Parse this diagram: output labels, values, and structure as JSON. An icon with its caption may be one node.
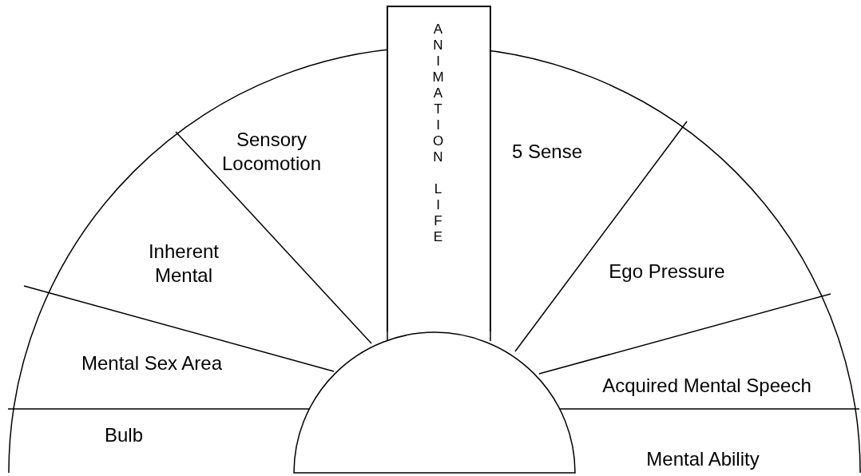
{
  "diagram": {
    "nodes": [
      {
        "text": [
          "Sensory Locomotion"
        ]
      },
      {
        "text": [
          "ANIMATION LIFE"
        ]
      },
      {
        "text": [
          "5 Sense"
        ]
      },
      {
        "text": [
          "Inherent Mental"
        ]
      },
      {
        "text": [
          "Ego Pressure"
        ]
      },
      {
        "text": [
          "Mental Sex Area"
        ]
      },
      {
        "text": [
          "Acquired Mental Speech"
        ]
      },
      {
        "text": [
          "Bulb"
        ]
      },
      {
        "text": [
          "Mental Ability"
        ]
      },
      {
        "text": [],
        "shape": "circle"
      }
    ]
  }
}
